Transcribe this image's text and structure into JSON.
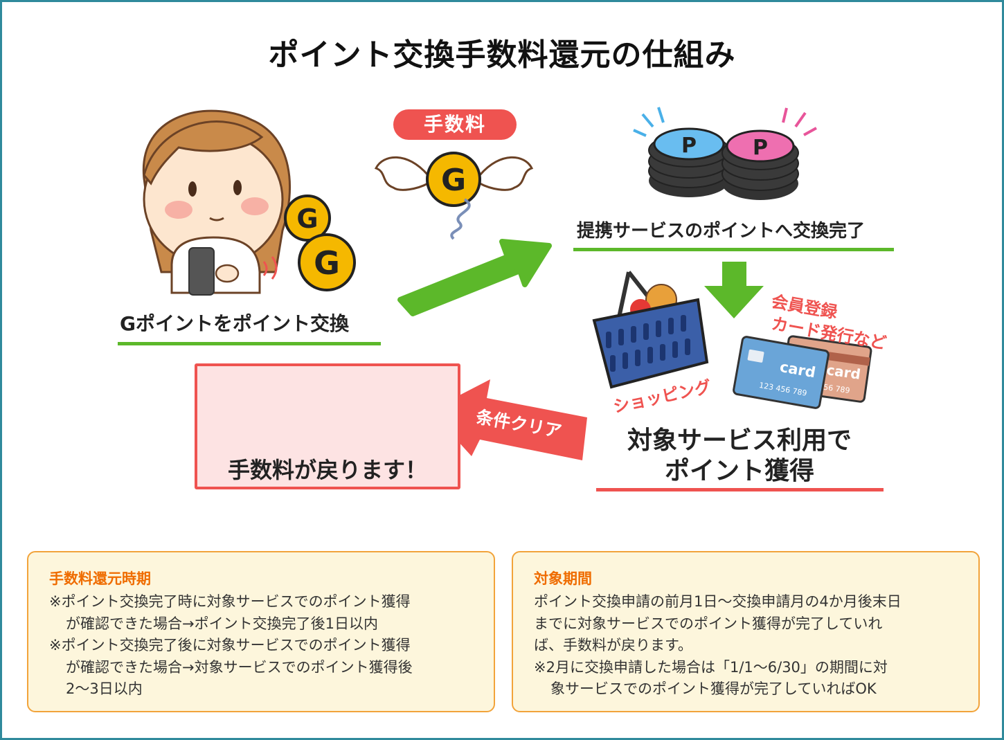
{
  "title": "ポイント交換手数料還元の仕組み",
  "steps": {
    "exchange": "Gポイントをポイント交換",
    "fee": "手数料",
    "complete": "提携サービスのポイントへ交換完了",
    "use_line1": "対象サービス利用で",
    "use_line2": "ポイント獲得",
    "shopping": "ショッピング",
    "membership_line1": "会員登録",
    "membership_line2": "カード発行など",
    "condition": "条件クリア",
    "refund": "手数料が戻ります！"
  },
  "icons": {
    "coin_letter": "G",
    "point_letter": "P",
    "card_label": "card",
    "card_number": "123 456 789",
    "card_number_back": "456 789"
  },
  "info": {
    "timing": {
      "heading": "手数料還元時期",
      "lines": [
        "※ポイント交換完了時に対象サービスでのポイント獲得",
        "が確認できた場合→ポイント交換完了後1日以内",
        "※ポイント交換完了後に対象サービスでのポイント獲得",
        "が確認できた場合→対象サービスでのポイント獲得後",
        "2〜3日以内"
      ]
    },
    "period": {
      "heading": "対象期間",
      "lines": [
        "ポイント交換申請の前月1日〜交換申請月の4か月後末日",
        "までに対象サービスでのポイント獲得が完了していれ",
        "ば、手数料が戻ります。",
        "※2月に交換申請した場合は「1/1〜6/30」の期間に対",
        "象サービスでのポイント獲得が完了していればOK"
      ]
    }
  },
  "colors": {
    "frame": "#2f8a9c",
    "green": "#5cb82a",
    "red": "#ef5350",
    "coin": "#f5b800",
    "orange": "#ef6c00",
    "info_bg": "#fdf6dc",
    "info_border": "#f2a33a",
    "refund_bg": "#fde3e3"
  }
}
